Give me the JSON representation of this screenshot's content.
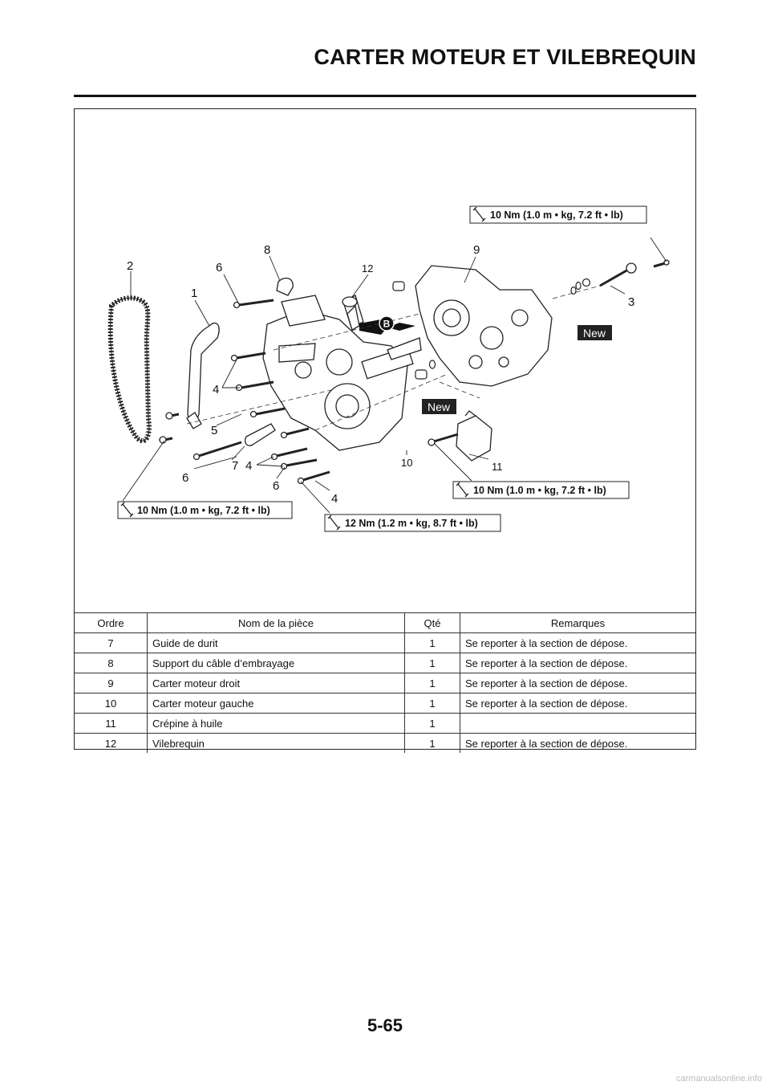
{
  "header": {
    "title": "CARTER MOTEUR ET VILEBREQUIN"
  },
  "diagram": {
    "callouts": {
      "c1": "1",
      "c2": "2",
      "c3": "3",
      "c4a": "4",
      "c4b": "4",
      "c4c": "4",
      "c5": "5",
      "c6a": "6",
      "c6b": "6",
      "c6c": "6",
      "c7": "7",
      "c8": "8",
      "c9": "9",
      "c10": "10",
      "c11": "11",
      "c12": "12"
    },
    "torque": {
      "top_right": "10 Nm (1.0 m • kg, 7.2 ft • lb)",
      "mid_right": "10 Nm (1.0 m • kg, 7.2 ft • lb)",
      "left": "10 Nm (1.0 m • kg, 7.2 ft • lb)",
      "bottom": "12 Nm (1.2 m • kg, 8.7 ft • lb)"
    },
    "new_labels": {
      "right": "New",
      "center": "New"
    },
    "grease_symbol": "B"
  },
  "table": {
    "headers": {
      "order": "Ordre",
      "name": "Nom de la pièce",
      "qty": "Qté",
      "remarks": "Remarques"
    },
    "rows": [
      {
        "order": "7",
        "name": "Guide de durit",
        "qty": "1",
        "remarks": "Se reporter à la section de dépose."
      },
      {
        "order": "8",
        "name": "Support du câble d’embrayage",
        "qty": "1",
        "remarks": "Se reporter à la section de dépose."
      },
      {
        "order": "9",
        "name": "Carter moteur droit",
        "qty": "1",
        "remarks": "Se reporter à la section de dépose."
      },
      {
        "order": "10",
        "name": "Carter moteur gauche",
        "qty": "1",
        "remarks": "Se reporter à la section de dépose."
      },
      {
        "order": "11",
        "name": "Crépine à huile",
        "qty": "1",
        "remarks": ""
      },
      {
        "order": "12",
        "name": "Vilebrequin",
        "qty": "1",
        "remarks": "Se reporter à la section de dépose."
      }
    ]
  },
  "footer": {
    "page_number": "5-65",
    "watermark": "carmanualsonline.info"
  }
}
